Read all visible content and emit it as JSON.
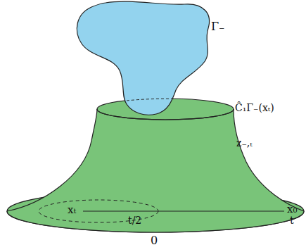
{
  "diagram": {
    "labels": [
      "Γ₋",
      "Ĉ₁Γ₋(xₜ)",
      "z₋,ₜ",
      "xₜ",
      "t/2",
      "x₀",
      "t",
      "0"
    ]
  }
}
